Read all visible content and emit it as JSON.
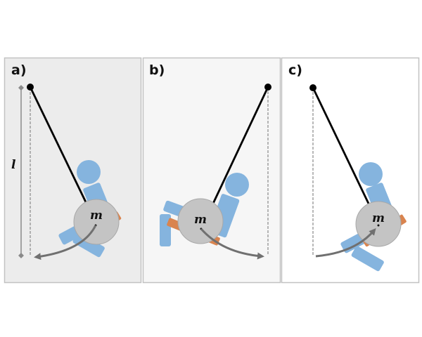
{
  "figure": {
    "description": "Three panels showing a person on a swing modeled as a pendulum with mass m and length l",
    "colors": {
      "body": "#85b4de",
      "seat": "#d9844f",
      "mass": "#c4c4c4",
      "rope": "#000000",
      "arrow": "#707070",
      "guide": "#8a8a8a"
    },
    "panels": [
      {
        "label": "a)",
        "mass_label": "m",
        "length_label": "l",
        "background": "#ececec",
        "swing_direction": "backward-left"
      },
      {
        "label": "b)",
        "mass_label": "m",
        "background": "#f6f6f6",
        "swing_direction": "forward-right"
      },
      {
        "label": "c)",
        "mass_label": "m",
        "background": "#ffffff",
        "swing_direction": "returning-right"
      }
    ]
  }
}
